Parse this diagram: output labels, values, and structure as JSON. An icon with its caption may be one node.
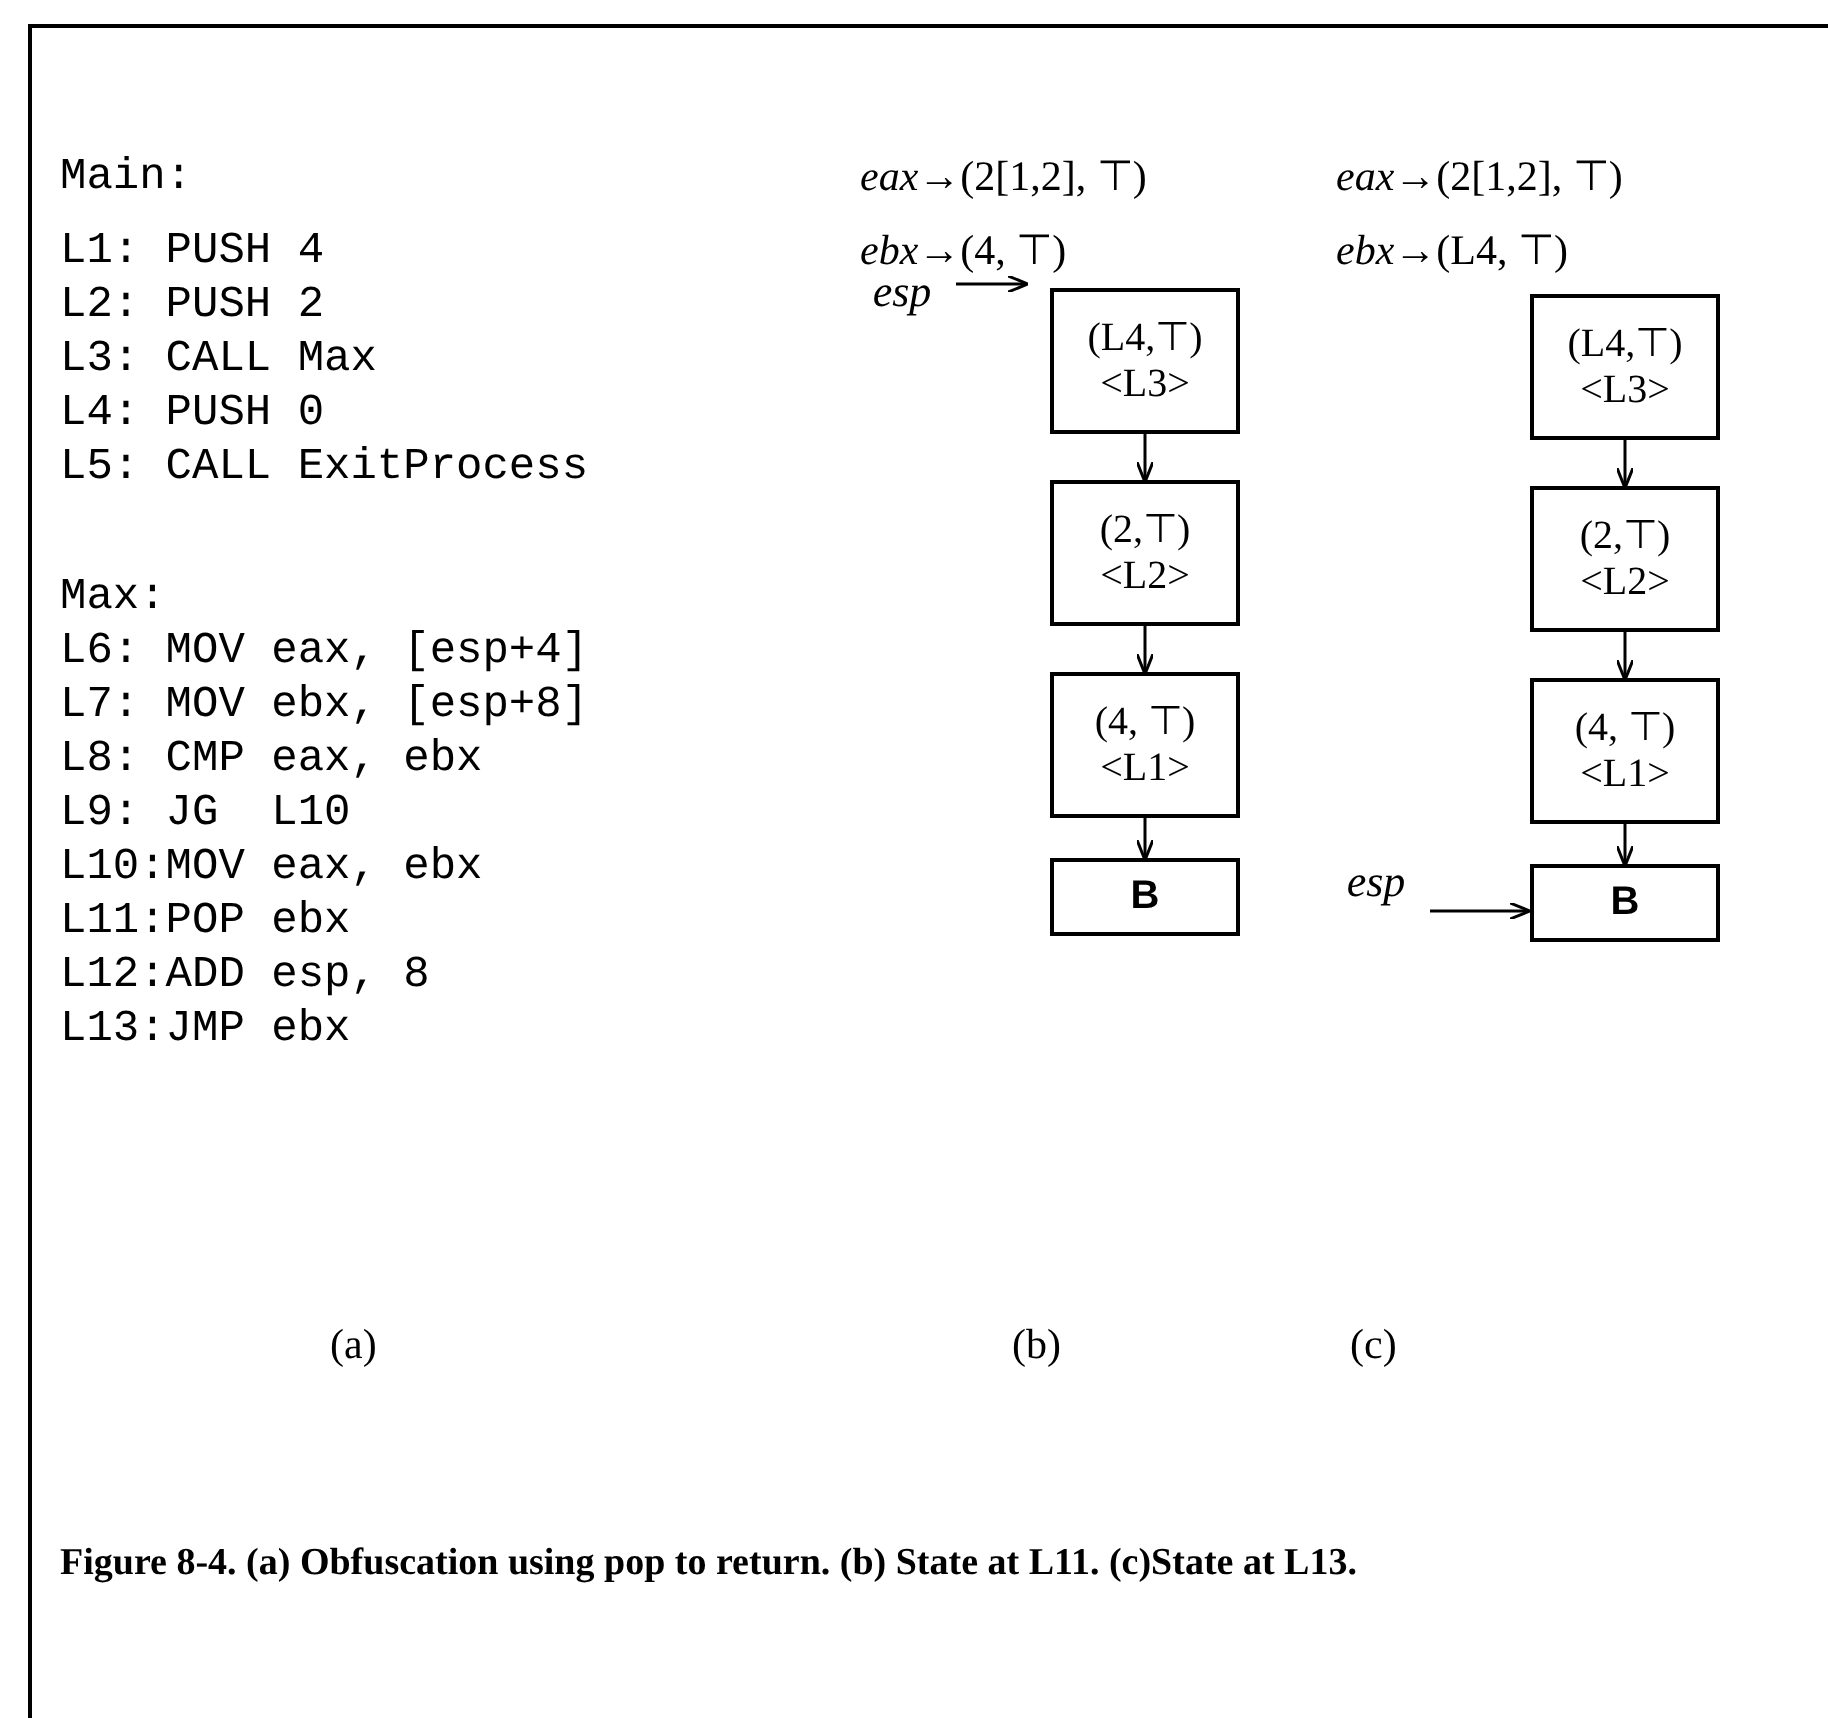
{
  "diagram": {
    "caption": "Figure 8-4.  (a) Obfuscation using pop to return. (b) State at L11. (c)State at L13.",
    "nodes": [
      {
        "text": [
          "(L4,⊤)",
          "<L3>"
        ]
      },
      {
        "text": [
          "(2,⊤)",
          "<L2>"
        ]
      },
      {
        "text": [
          "(4, ⊤)",
          "<L1>"
        ]
      },
      {
        "text": [
          "B"
        ]
      },
      {
        "text": [
          "esp"
        ]
      },
      {
        "text": [
          "(L4,⊤)",
          "<L3>"
        ]
      },
      {
        "text": [
          "(2,⊤)",
          "<L2>"
        ]
      },
      {
        "text": [
          "(4, ⊤)",
          "<L1>"
        ]
      },
      {
        "text": [
          "B"
        ]
      },
      {
        "text": [
          "esp"
        ]
      }
    ],
    "edges": [
      {
        "from": 0,
        "to": 1,
        "arrow": "to"
      },
      {
        "from": 1,
        "to": 2,
        "arrow": "to"
      },
      {
        "from": 2,
        "to": 3,
        "arrow": "to"
      },
      {
        "from": 4,
        "to": 0,
        "arrow": "to"
      },
      {
        "from": 5,
        "to": 6,
        "arrow": "to"
      },
      {
        "from": 6,
        "to": 7,
        "arrow": "to"
      },
      {
        "from": 7,
        "to": 8,
        "arrow": "to"
      },
      {
        "from": 9,
        "to": 8,
        "arrow": "to"
      }
    ],
    "labels": [
      "Main:",
      "*eax*→(2[1,2], ⊤)",
      "*eax*→(2[1,2], ⊤)",
      "L1: PUSH 4",
      "*ebx*→(4, ⊤)",
      "*ebx*→(L4, ⊤)",
      "L2: PUSH 2",
      "L3: CALL Max",
      "L4: PUSH 0",
      "L5: CALL ExitProcess",
      "Max:",
      "L6: MOV eax, [esp+4]",
      "L7: MOV ebx, [esp+8]",
      "L8: CMP eax, ebx",
      "L9: JG  L10",
      "L10:MOV eax, ebx",
      "L11:POP ebx",
      "L12:ADD esp, 8",
      "L13:JMP ebx",
      "(a)",
      "(b)",
      "(c)"
    ]
  }
}
